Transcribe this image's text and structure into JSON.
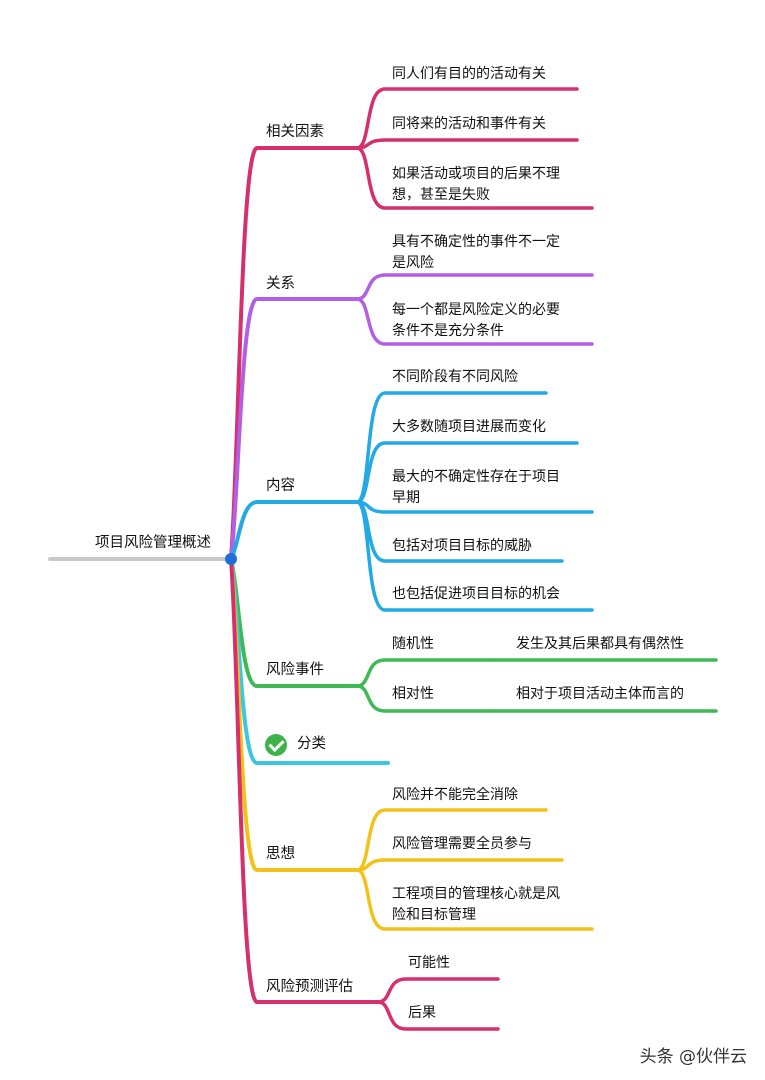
{
  "colors": {
    "root": "#c8c8c8",
    "root_dot": "#1e6fd9",
    "factors": "#d62f6e",
    "relation": "#b25fe3",
    "content": "#22a9e6",
    "events": "#3fb954",
    "category": "#3cc6e0",
    "thoughts": "#f2c21b",
    "forecast": "#d62f6e"
  },
  "root": {
    "label": "项目风险管理概述"
  },
  "branches": {
    "factors": {
      "label": "相关因素",
      "items": [
        "同人们有目的的活动有关",
        "同将来的活动和事件有关",
        "如果活动或项目的后果不理\n想，甚至是失败"
      ]
    },
    "relation": {
      "label": "关系",
      "items": [
        "具有不确定性的事件不一定\n是风险",
        "每一个都是风险定义的必要\n条件不是充分条件"
      ]
    },
    "content": {
      "label": "内容",
      "items": [
        "不同阶段有不同风险",
        "大多数随项目进展而变化",
        "最大的不确定性存在于项目\n早期",
        "包括对项目目标的威胁",
        "也包括促进项目目标的机会"
      ]
    },
    "events": {
      "label": "风险事件",
      "items": [
        {
          "label": "随机性",
          "detail": "发生及其后果都具有偶然性"
        },
        {
          "label": "相对性",
          "detail": "相对于项目活动主体而言的"
        }
      ]
    },
    "category": {
      "label": "分类",
      "icon": "check-circle-icon"
    },
    "thoughts": {
      "label": "思想",
      "items": [
        "风险并不能完全消除",
        "风险管理需要全员参与",
        "工程项目的管理核心就是风\n险和目标管理"
      ]
    },
    "forecast": {
      "label": "风险预测评估",
      "items": [
        "可能性",
        "后果"
      ]
    }
  },
  "watermark": "头条 @伙伴云"
}
